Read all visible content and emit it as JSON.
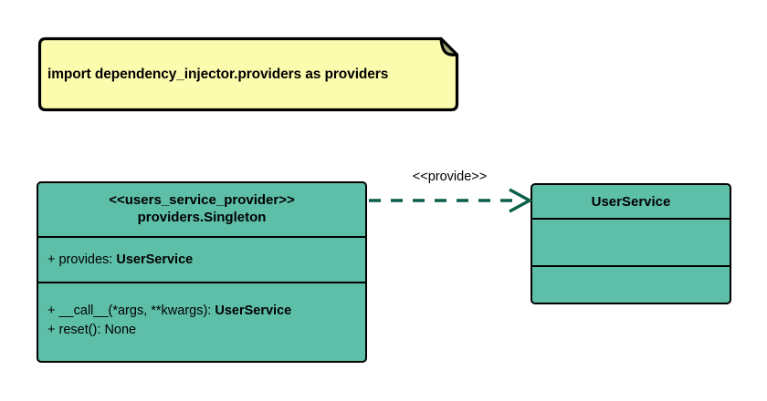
{
  "diagram": {
    "type": "uml-class-diagram",
    "colors": {
      "note_fill": "#fcfcae",
      "class_fill": "#5ebfa8",
      "border": "#000000",
      "connector": "#0a5f4b"
    },
    "note": {
      "text": "import dependency_injector.providers as providers"
    },
    "classes": [
      {
        "id": "users-service-provider",
        "stereotype": "<<users_service_provider>>",
        "name": "providers.Singleton",
        "attributes": [
          {
            "visibility": "+",
            "label": "+ provides: ",
            "type": "UserService"
          }
        ],
        "operations": [
          {
            "visibility": "+",
            "label": "+ __call__(*args, **kwargs): ",
            "type": "UserService"
          },
          {
            "visibility": "+",
            "label": "+ reset(): None",
            "type": ""
          }
        ]
      },
      {
        "id": "user-service",
        "stereotype": "",
        "name": "UserService",
        "attributes": [],
        "operations": []
      }
    ],
    "connector": {
      "label": "<<provide>>",
      "style": "dashed",
      "arrow": "open",
      "from": "users-service-provider",
      "to": "user-service"
    }
  }
}
